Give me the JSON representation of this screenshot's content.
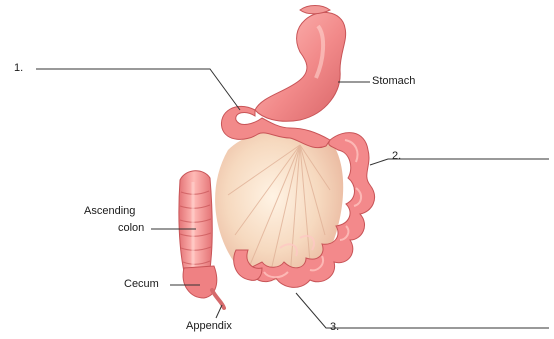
{
  "labels": {
    "blank_1": "1.",
    "blank_2": "2.",
    "blank_3": "3.",
    "stomach": "Stomach",
    "ascending_colon_line1": "Ascending",
    "ascending_colon_line2": "colon",
    "cecum": "Cecum",
    "appendix": "Appendix"
  },
  "colors": {
    "organ_fill": "#f28a8a",
    "organ_highlight": "#ffc4c0",
    "organ_shadow": "#d35f62",
    "mesentery": "#f6d9bf",
    "leader_line": "#333333"
  }
}
